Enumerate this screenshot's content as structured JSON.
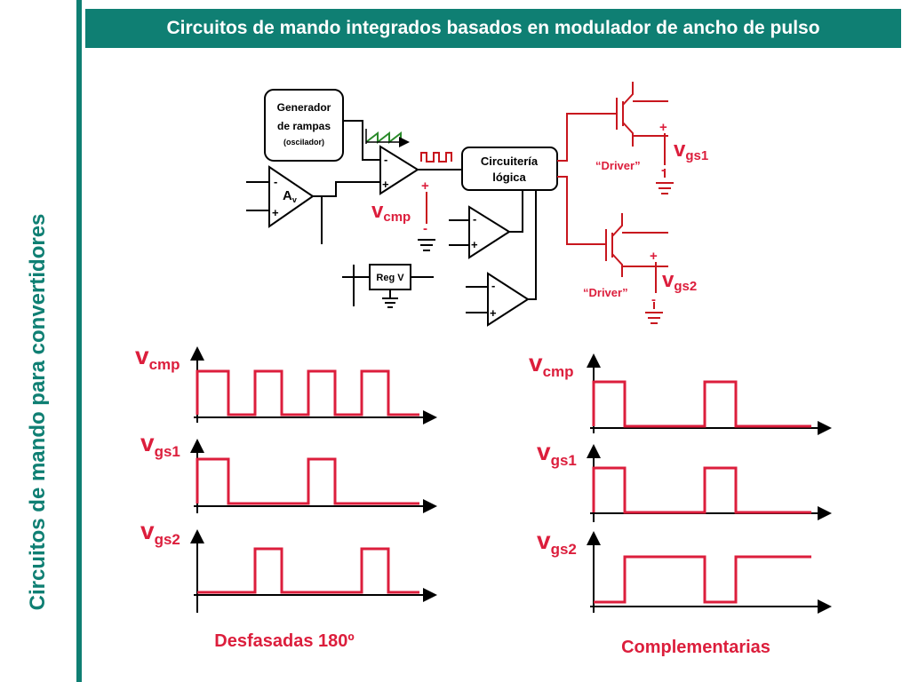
{
  "header": {
    "title": "Circuitos de mando integrados basados en modulador de ancho de pulso"
  },
  "sidebar": {
    "title": "Circuitos de mando para convertidores"
  },
  "circuit": {
    "ramp_generator": [
      "Generador",
      "de rampas",
      "(oscilador)"
    ],
    "logic_block": [
      "Circuitería",
      "lógica"
    ],
    "regulator": "Reg V",
    "amplifier_main": "A",
    "amplifier_sub": "v",
    "driver1": "“Driver”",
    "driver2": "“Driver”",
    "plus": "+",
    "minus": "-",
    "v": "v",
    "cmp_sub": "cmp",
    "gs1_sub": "gs1",
    "gs2_sub": "gs2"
  },
  "waveforms": {
    "left_caption": "Desfasadas 180º",
    "right_caption": "Complementarias"
  },
  "colors": {
    "accent": "#0f7f73",
    "signal": "#dc1e3c",
    "circuit_red": "#c8161e",
    "ramp": "#2a8a2a"
  },
  "chart_data": [
    {
      "type": "line",
      "title": "Desfasadas 180º",
      "series": [
        {
          "name": "vcmp",
          "x": [
            0,
            0,
            35,
            35,
            65,
            65,
            95,
            95,
            125,
            125,
            155,
            155,
            185,
            185,
            215,
            215,
            250
          ],
          "y": [
            0,
            1,
            1,
            0,
            0,
            1,
            1,
            0,
            0,
            1,
            1,
            0,
            0,
            1,
            1,
            0,
            0
          ]
        },
        {
          "name": "vgs1",
          "x": [
            0,
            0,
            35,
            35,
            125,
            125,
            155,
            155,
            250
          ],
          "y": [
            0,
            1,
            1,
            0,
            0,
            1,
            1,
            0,
            0
          ]
        },
        {
          "name": "vgs2",
          "x": [
            0,
            65,
            65,
            95,
            95,
            185,
            185,
            215,
            215,
            250
          ],
          "y": [
            0,
            0,
            1,
            1,
            0,
            0,
            1,
            1,
            0,
            0
          ]
        }
      ]
    },
    {
      "type": "line",
      "title": "Complementarias",
      "series": [
        {
          "name": "vcmp",
          "x": [
            0,
            0,
            35,
            35,
            125,
            125,
            160,
            160,
            245
          ],
          "y": [
            0,
            1,
            1,
            0,
            0,
            1,
            1,
            0,
            0
          ]
        },
        {
          "name": "vgs1",
          "x": [
            0,
            0,
            35,
            35,
            125,
            125,
            160,
            160,
            245
          ],
          "y": [
            0,
            1,
            1,
            0,
            0,
            1,
            1,
            0,
            0
          ]
        },
        {
          "name": "vgs2",
          "x": [
            0,
            35,
            35,
            125,
            125,
            160,
            160,
            245
          ],
          "y": [
            0,
            0,
            1,
            1,
            0,
            0,
            1,
            1
          ]
        }
      ]
    }
  ]
}
